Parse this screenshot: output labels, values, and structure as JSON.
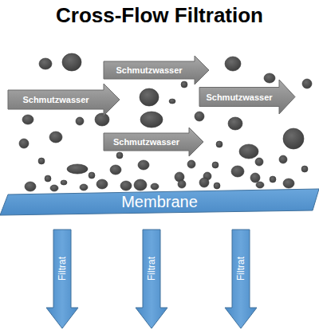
{
  "diagram": {
    "title": "Cross-Flow Filtration",
    "nodes": [
      {
        "text": [
          "Schmutzwasser"
        ]
      },
      {
        "text": [
          "Schmutzwasser"
        ]
      },
      {
        "text": [
          "Schmutzwasser"
        ]
      },
      {
        "text": [
          "Schmutzwasser"
        ]
      },
      {
        "text": [
          "Membrane"
        ]
      },
      {
        "text": [
          "Filtrat"
        ]
      },
      {
        "text": [
          "Filtrat"
        ]
      },
      {
        "text": [
          "Filtrat"
        ]
      }
    ]
  }
}
